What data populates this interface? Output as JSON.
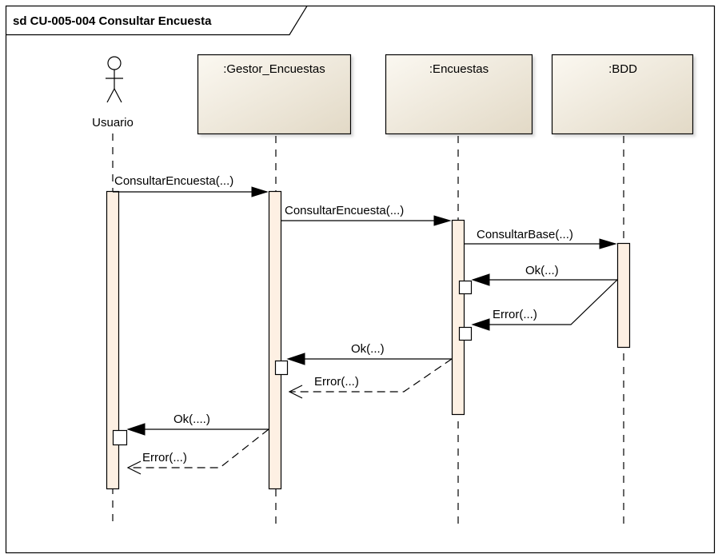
{
  "frame": {
    "title": "sd CU-005-004 Consultar Encuesta"
  },
  "actor": {
    "name": "Usuario"
  },
  "lifelines": [
    {
      "id": "gestor",
      "label": ":Gestor_Encuestas"
    },
    {
      "id": "encuestas",
      "label": ":Encuestas"
    },
    {
      "id": "bdd",
      "label": ":BDD"
    }
  ],
  "messages": [
    {
      "id": "m1",
      "label": "ConsultarEncuesta(...)",
      "from": "usuario",
      "to": "gestor",
      "kind": "sync"
    },
    {
      "id": "m2",
      "label": "ConsultarEncuesta(...)",
      "from": "gestor",
      "to": "encuestas",
      "kind": "sync"
    },
    {
      "id": "m3",
      "label": "ConsultarBase(...)",
      "from": "encuestas",
      "to": "bdd",
      "kind": "sync"
    },
    {
      "id": "m4",
      "label": "Ok(...)",
      "from": "bdd",
      "to": "encuestas",
      "kind": "sync"
    },
    {
      "id": "m5",
      "label": "Error(...)",
      "from": "bdd",
      "to": "encuestas",
      "kind": "sync"
    },
    {
      "id": "m6",
      "label": "Ok(...)",
      "from": "encuestas",
      "to": "gestor",
      "kind": "sync"
    },
    {
      "id": "m7",
      "label": "Error(...)",
      "from": "encuestas",
      "to": "gestor",
      "kind": "return"
    },
    {
      "id": "m8",
      "label": "Ok(....)",
      "from": "gestor",
      "to": "usuario",
      "kind": "sync"
    },
    {
      "id": "m9",
      "label": "Error(...)",
      "from": "gestor",
      "to": "usuario",
      "kind": "return"
    }
  ],
  "colors": {
    "lifeline_fill_light": "#f7f3ea",
    "lifeline_fill_dark": "#e4dccb",
    "activation_fill": "#fdf0e3",
    "stroke": "#000000"
  }
}
